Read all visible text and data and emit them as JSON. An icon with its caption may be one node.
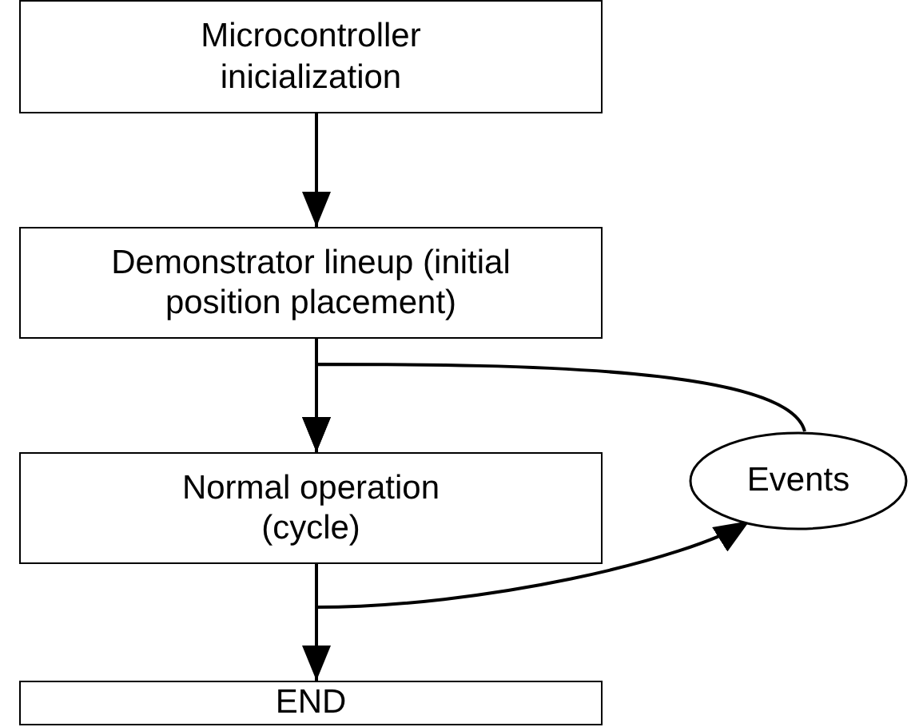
{
  "diagram": {
    "nodes": [
      {
        "text": [
          "Microcontroller inicialization"
        ]
      },
      {
        "text": [
          "Demonstrator lineup (initial position placement)"
        ]
      },
      {
        "text": [
          "Normal operation (cycle)"
        ]
      },
      {
        "text": [
          "END"
        ]
      },
      {
        "text": [
          "Events"
        ]
      }
    ],
    "edges": [
      {
        "from": 0,
        "to": 1,
        "arrow": "to"
      },
      {
        "from": 1,
        "to": 2,
        "arrow": "to"
      },
      {
        "from": 2,
        "to": 3,
        "arrow": "to"
      },
      {
        "from": 4,
        "to": 2,
        "arrow": "to"
      },
      {
        "from": 2,
        "to": 4,
        "arrow": "to"
      }
    ]
  }
}
